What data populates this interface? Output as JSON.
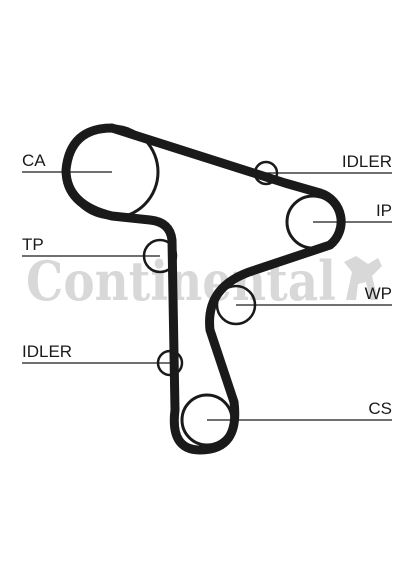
{
  "diagram": {
    "watermark": "Continental",
    "components": [
      {
        "key": "ca",
        "label": "CA"
      },
      {
        "key": "idler_top",
        "label": "IDLER"
      },
      {
        "key": "ip",
        "label": "IP"
      },
      {
        "key": "tp",
        "label": "TP"
      },
      {
        "key": "wp",
        "label": "WP"
      },
      {
        "key": "idler_bottom",
        "label": "IDLER"
      },
      {
        "key": "cs",
        "label": "CS"
      }
    ]
  }
}
